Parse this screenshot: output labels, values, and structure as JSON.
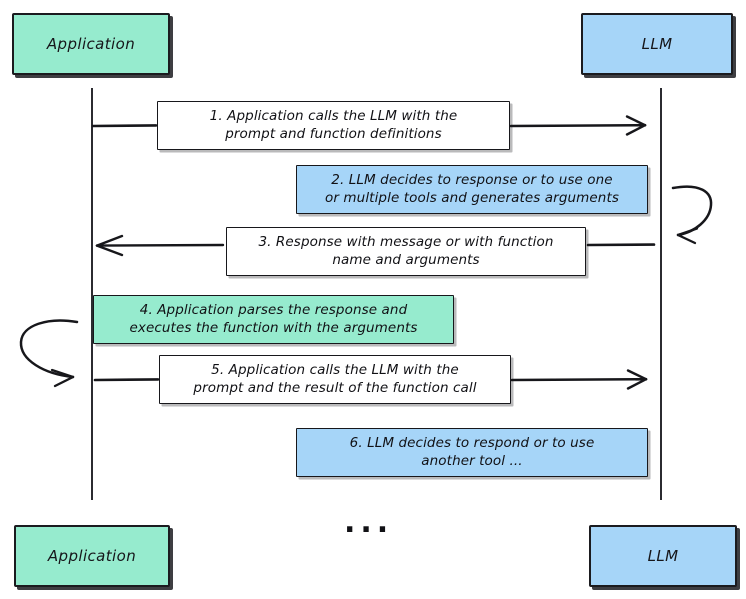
{
  "diagram": {
    "title": "LLM function calling sequence",
    "type": "sequence-diagram",
    "background": "#ffffff",
    "colors": {
      "application_fill": "#96EBCE",
      "llm_fill": "#A6D5F8",
      "note_fill": "#ffffff",
      "stroke": "#17171b"
    }
  },
  "participants": {
    "top_left": {
      "label": "Application"
    },
    "top_right": {
      "label": "LLM"
    },
    "bottom_left": {
      "label": "Application"
    },
    "bottom_right": {
      "label": "LLM"
    }
  },
  "messages": [
    {
      "id": "msg-1",
      "number": "1.",
      "text": "1. Application calls the LLM with the prompt and function definitions",
      "line1": "1. Application calls the LLM with the",
      "line2": "prompt and function definitions",
      "style": "white",
      "direction": "left-to-right",
      "from": "Application",
      "to": "LLM"
    },
    {
      "id": "msg-2",
      "number": "2.",
      "text": "2. LLM decides to response or to use one or multiple tools and generates arguments",
      "line1": "2. LLM decides to response or to use one",
      "line2": "or multiple tools and generates arguments",
      "style": "blue",
      "direction": "self-loop",
      "from": "LLM",
      "to": "LLM"
    },
    {
      "id": "msg-3",
      "number": "3.",
      "text": "3. Response with message or with function name and arguments",
      "line1": "3. Response with message or with function",
      "line2": "name and arguments",
      "style": "white",
      "direction": "right-to-left",
      "from": "LLM",
      "to": "Application"
    },
    {
      "id": "msg-4",
      "number": "4.",
      "text": "4. Application parses the response and executes the function with the arguments",
      "line1": "4. Application parses the response and",
      "line2": "executes the function with the arguments",
      "style": "green",
      "direction": "self-loop",
      "from": "Application",
      "to": "Application"
    },
    {
      "id": "msg-5",
      "number": "5.",
      "text": "5. Application calls the LLM with the prompt and the result of the function call",
      "line1": "5. Application calls the LLM with the",
      "line2": "prompt and the result of the function call",
      "style": "white",
      "direction": "left-to-right",
      "from": "Application",
      "to": "LLM"
    },
    {
      "id": "msg-6",
      "number": "6.",
      "text": "6. LLM decides to respond or to use another tool ...",
      "line1": "6. LLM decides to respond or to use",
      "line2": "another tool ...",
      "style": "blue",
      "direction": "none",
      "from": "LLM",
      "to": "LLM"
    }
  ],
  "continuation": {
    "label": "..."
  }
}
